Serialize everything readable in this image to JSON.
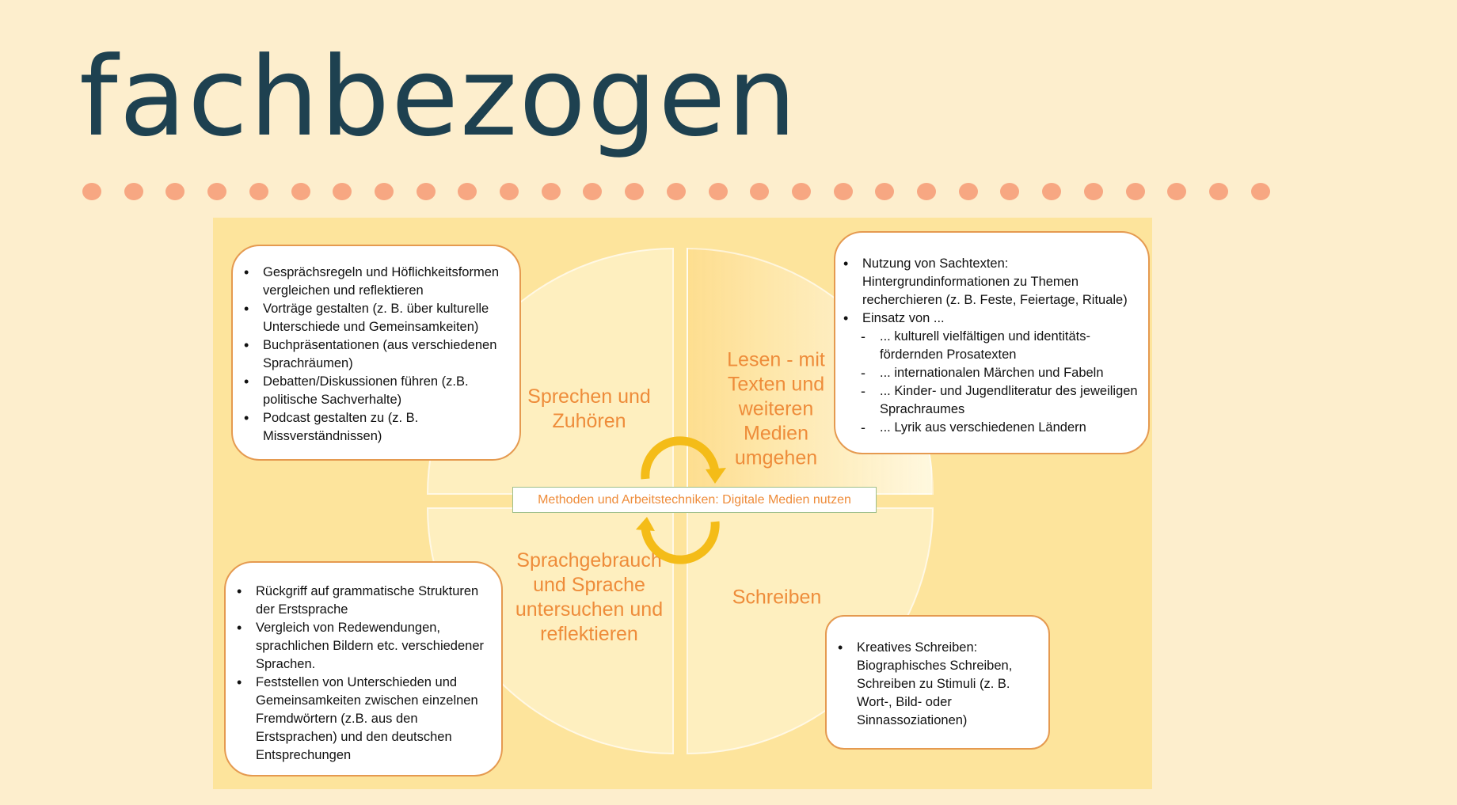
{
  "title": "fachbezogen",
  "colors": {
    "title": "#1e4150",
    "dots": "#f7a782",
    "accent": "#ee8c3a",
    "diagram_bg": "#fde49c"
  },
  "diagram": {
    "quadrants": {
      "top_left": "Sprechen und Zuhören",
      "top_right": "Lesen - mit Texten und weiteren Medien umgehen",
      "bottom_left": "Sprachgebrauch und Sprache untersuchen und reflektieren",
      "bottom_right": "Schreiben"
    },
    "center": "Methoden und Arbeitstechniken: Digitale Medien nutzen",
    "boxes": {
      "top_left": [
        "Gesprächsregeln und Höflichkeitsformen vergleichen und reflektieren",
        "Vorträge gestalten (z. B. über kulturelle Unterschiede und Gemeinsamkeiten)",
        "Buchpräsentationen (aus verschiedenen Sprachräumen)",
        "Debatten/Diskussionen führen (z.B. politische Sachverhalte)",
        "Podcast gestalten zu (z. B. Missverständnissen)"
      ],
      "top_right": {
        "items": [
          "Nutzung von Sachtexten: Hintergrundinformationen zu Themen recherchieren (z. B. Feste, Feiertage, Rituale)",
          "Einsatz von ..."
        ],
        "sub": [
          "... kulturell vielfältigen und identitäts-fördernden Prosatexten",
          "... internationalen Märchen und Fabeln",
          "... Kinder- und Jugendliteratur des jeweiligen Sprachraumes",
          "... Lyrik aus verschiedenen Ländern"
        ]
      },
      "bottom_left": [
        "Rückgriff auf grammatische Strukturen der Erstsprache",
        "Vergleich von Redewendungen, sprachlichen Bildern etc. verschiedener Sprachen.",
        "Feststellen von Unterschieden und Gemeinsamkeiten zwischen einzelnen Fremdwörtern (z.B. aus den Erstsprachen) und den deutschen Entsprechungen"
      ],
      "bottom_right": [
        "Kreatives Schreiben: Biographisches Schreiben, Schreiben zu Stimuli (z. B. Wort-, Bild- oder Sinnassoziationen)"
      ]
    }
  }
}
